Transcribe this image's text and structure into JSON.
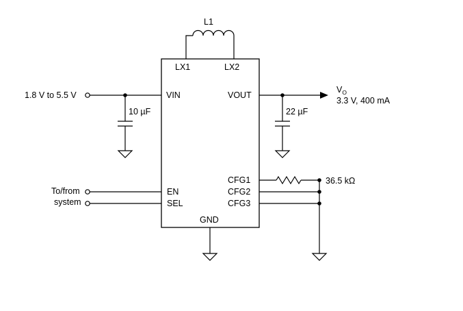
{
  "ic": {
    "pins": {
      "lx1": "LX1",
      "lx2": "LX2",
      "vin": "VIN",
      "vout": "VOUT",
      "en": "EN",
      "sel": "SEL",
      "cfg1": "CFG1",
      "cfg2": "CFG2",
      "cfg3": "CFG3",
      "gnd": "GND"
    }
  },
  "components": {
    "inductor": "L1",
    "input_cap": "10 µF",
    "output_cap": "22 µF",
    "resistor": "36.5 kΩ"
  },
  "labels": {
    "input_voltage": "1.8 V to 5.5 V",
    "output_symbol": "V",
    "output_subscript": "O",
    "output_spec": "3.3 V, 400 mA",
    "to_from": "To/from",
    "system": "system"
  },
  "colors": {
    "line": "#000000",
    "background": "#ffffff"
  }
}
